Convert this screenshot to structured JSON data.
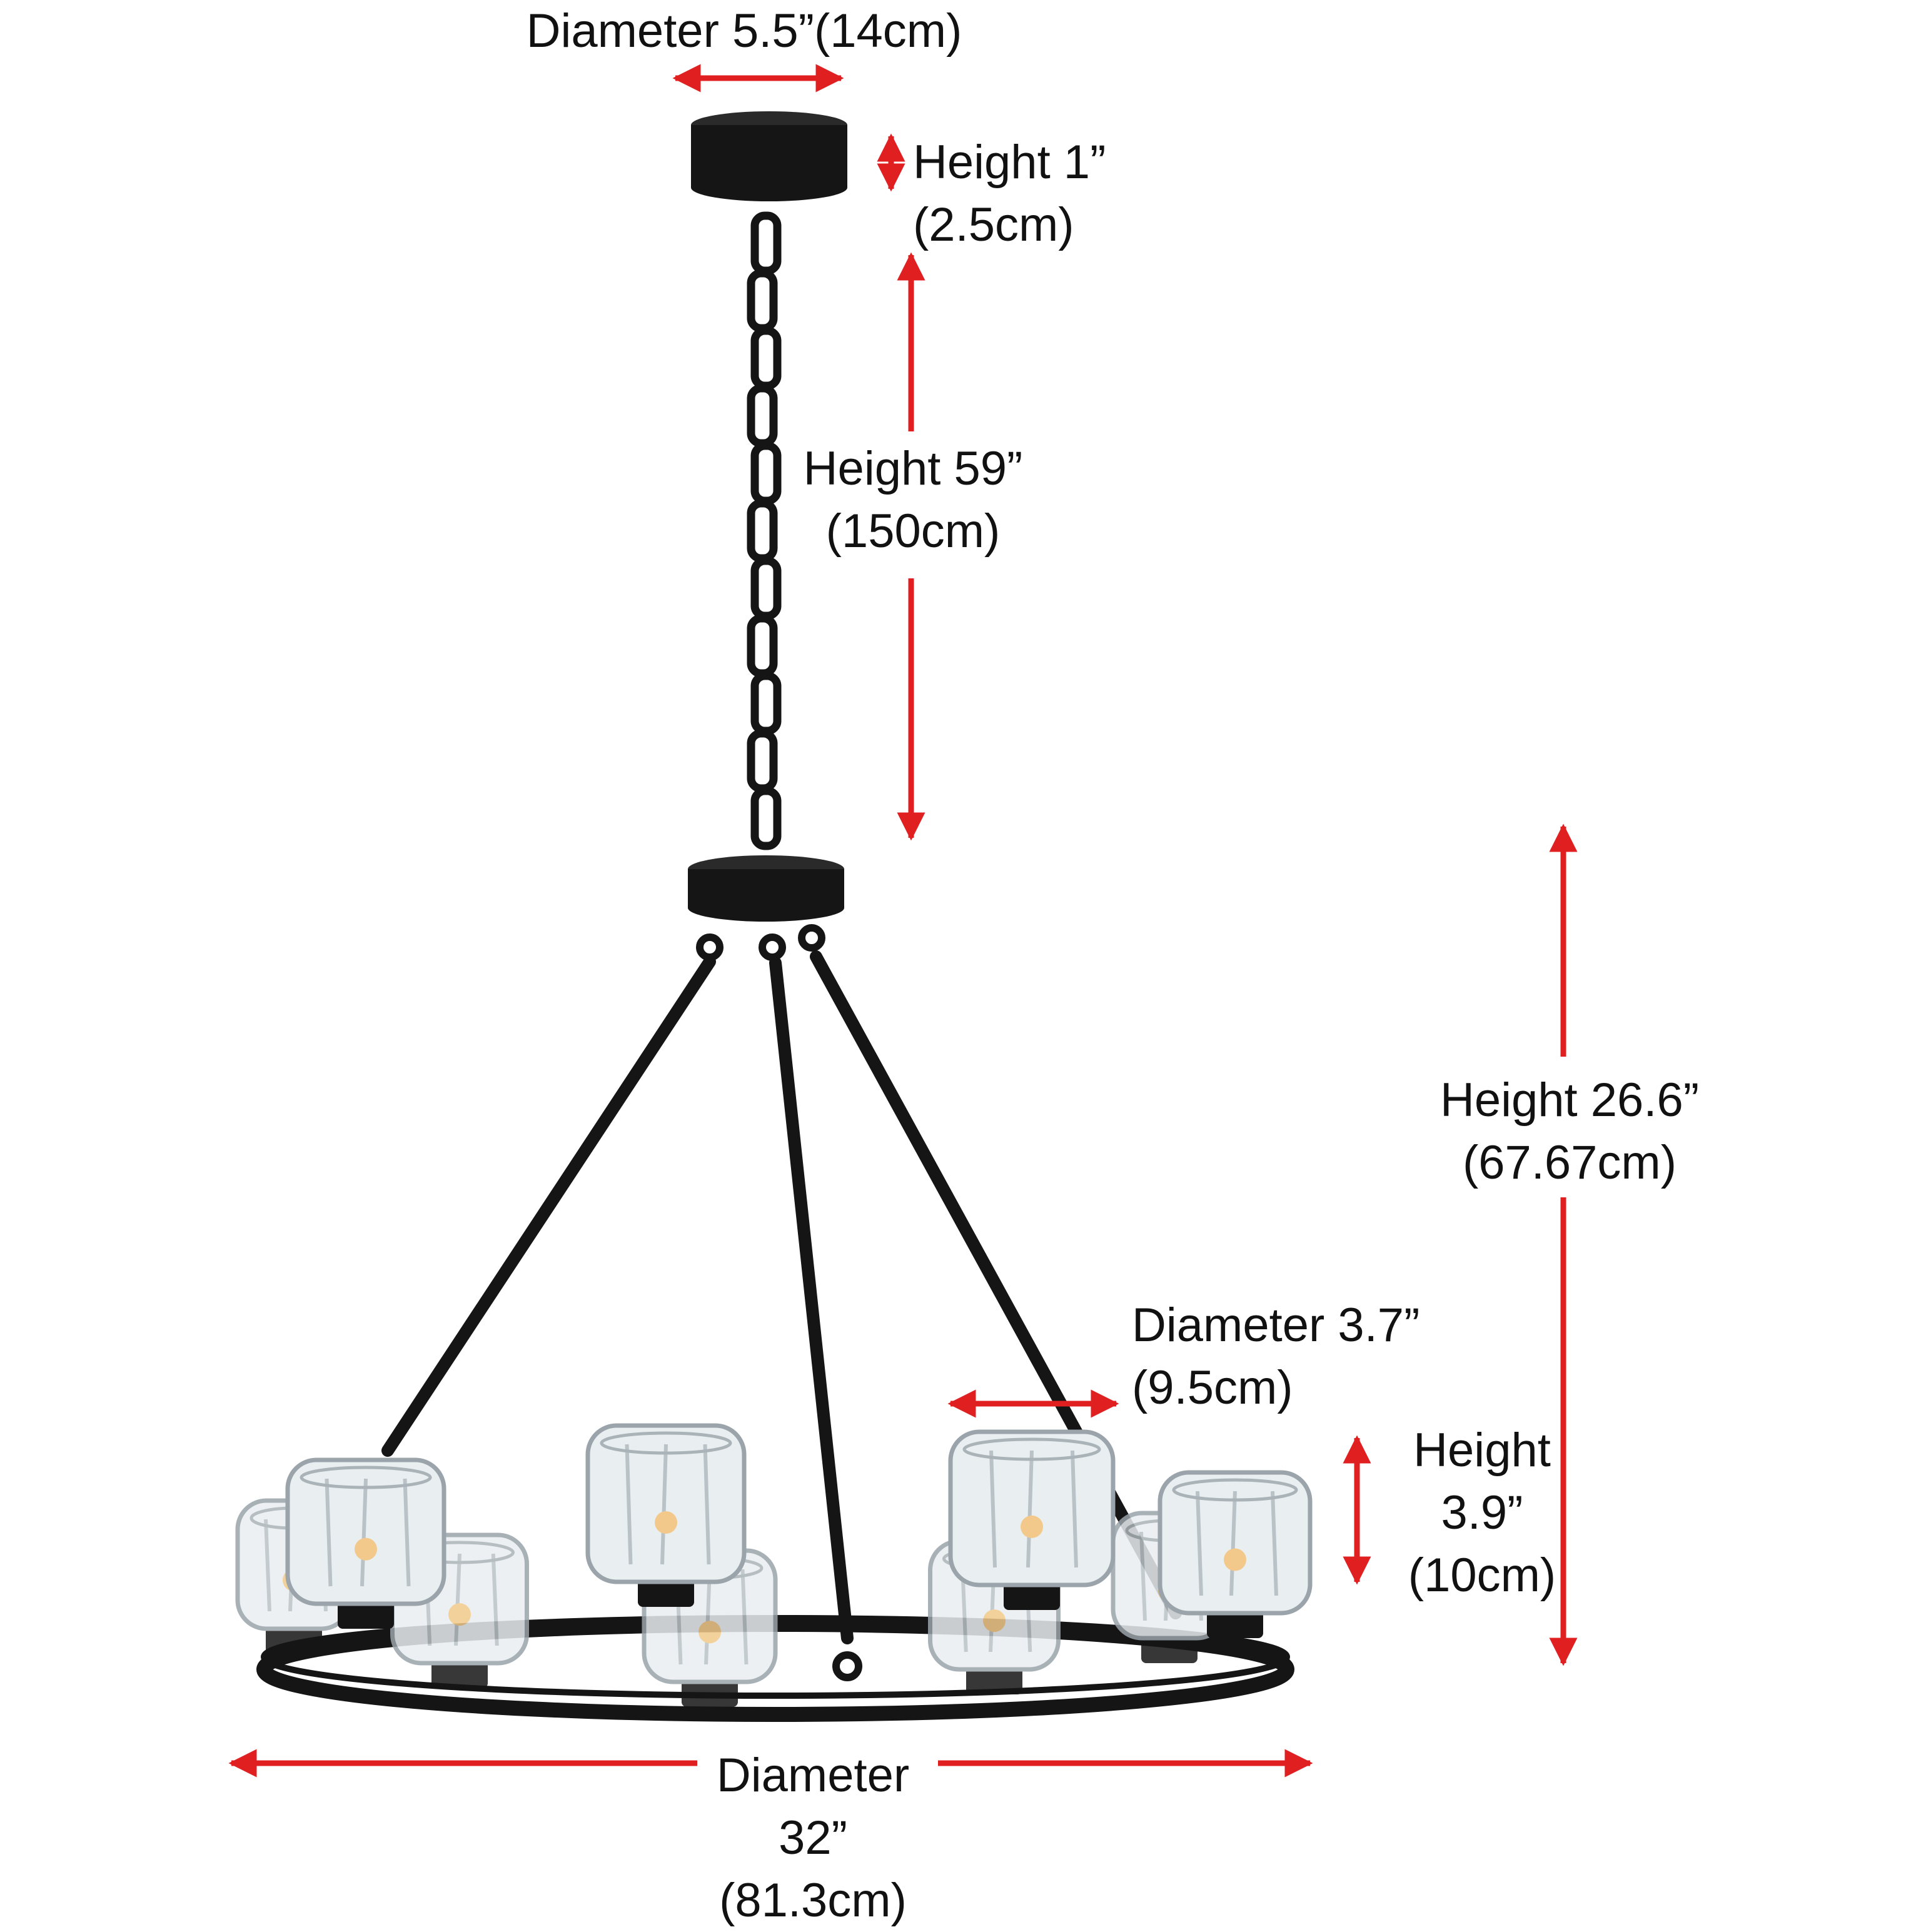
{
  "dimensions": {
    "canopy_diameter": {
      "line1": "Diameter 5.5”(14cm)"
    },
    "canopy_height": {
      "line1": "Height 1”",
      "line2": "(2.5cm)"
    },
    "chain_height": {
      "line1": "Height 59”",
      "line2": "(150cm)"
    },
    "body_height": {
      "line1": "Height 26.6”",
      "line2": "(67.67cm)"
    },
    "shade_diameter": {
      "line1": "Diameter 3.7”",
      "line2": "(9.5cm)"
    },
    "shade_height": {
      "line1": "Height",
      "line2": "3.9”",
      "line3": "(10cm)"
    },
    "overall_diameter": {
      "line1": "Diameter",
      "line2": "32”",
      "line3": "(81.3cm)"
    }
  },
  "colors": {
    "arrow": "#e02020",
    "metal": "#151515",
    "glass": "#e9eef1",
    "glass_edge": "#9aa4aa",
    "bulb": "#f2c98a"
  }
}
